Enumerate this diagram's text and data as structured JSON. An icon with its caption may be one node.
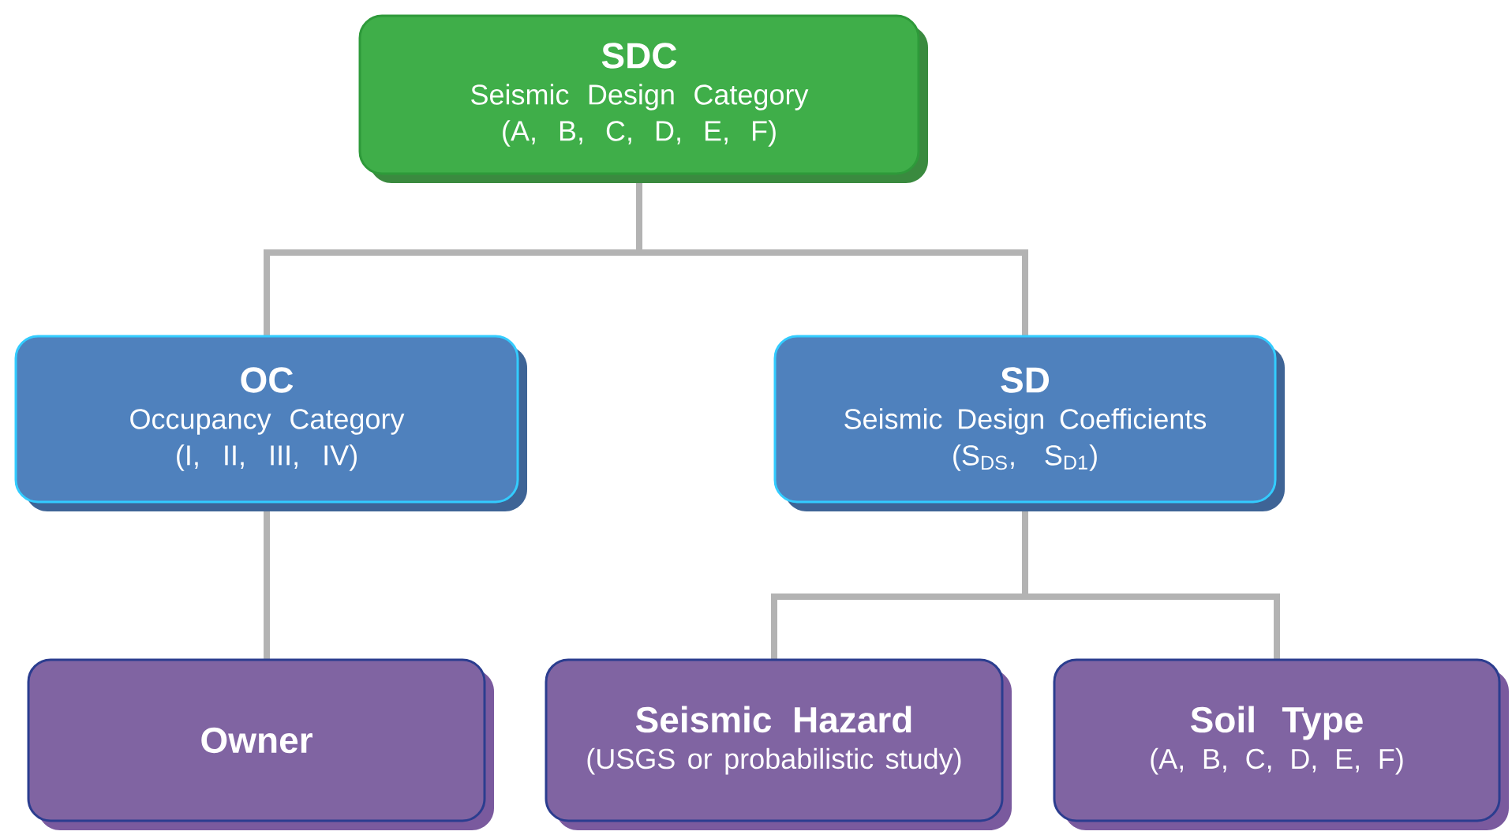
{
  "diagram": {
    "nodes": [
      {
        "text": [
          "SDC",
          "Seismic Design Category",
          "(A, B, C, D, E, F)"
        ]
      },
      {
        "text": [
          "OC",
          "Occupancy Category",
          "(I, II, III, IV)"
        ]
      },
      {
        "text": [
          "SD",
          "Seismic Design Coefficients",
          "(S$_{DS}$, S$_{D1}$)"
        ]
      },
      {
        "text": [
          "Owner"
        ]
      },
      {
        "text": [
          "Seismic Hazard",
          "(USGS or probabilistic study)"
        ]
      },
      {
        "text": [
          "Soil Type",
          "(A, B, C, D, E, F)"
        ]
      }
    ],
    "edges": [
      {
        "from": 0,
        "to": 1,
        "arrow": "none"
      },
      {
        "from": 0,
        "to": 2,
        "arrow": "none"
      },
      {
        "from": 1,
        "to": 3,
        "arrow": "none"
      },
      {
        "from": 2,
        "to": 4,
        "arrow": "none"
      },
      {
        "from": 2,
        "to": 5,
        "arrow": "none"
      }
    ]
  }
}
